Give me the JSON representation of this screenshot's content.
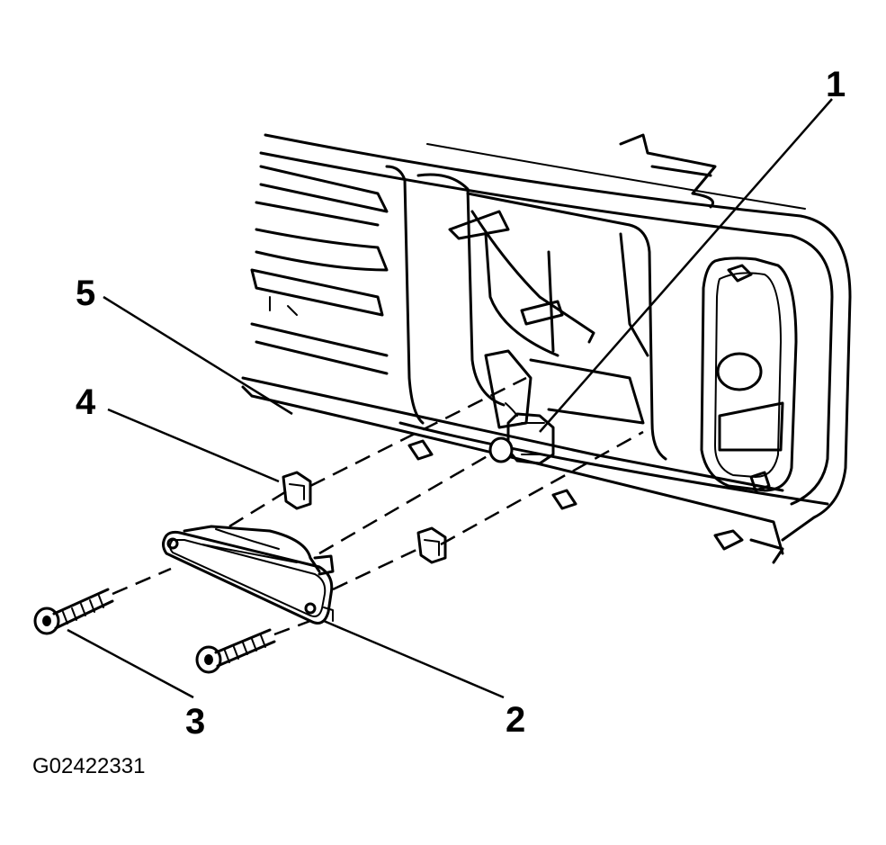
{
  "callouts": {
    "c1": "1",
    "c2": "2",
    "c3": "3",
    "c4": "4",
    "c5": "5"
  },
  "figure_id": "G02422331",
  "parts": {
    "grille": "grille-assembly",
    "bulb": "bulb-socket-icon",
    "lamp": "side-marker-lamp-icon",
    "clips": "retainer-clip-icon",
    "screws": "screw-icon"
  }
}
